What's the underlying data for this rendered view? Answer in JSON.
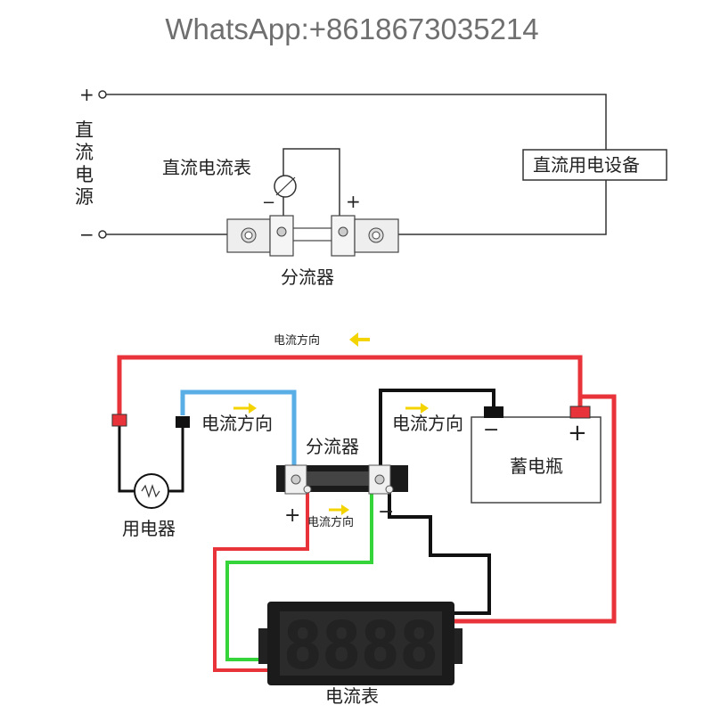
{
  "header": {
    "contact": "WhatsApp:+8618673035214"
  },
  "top_diagram": {
    "plus_sign": "+",
    "minus_sign": "−",
    "source_label": [
      "直",
      "流",
      "电",
      "源"
    ],
    "meter_label": "直流电流表",
    "meter_minus": "−",
    "meter_plus": "+",
    "shunt_label": "分流器",
    "load_label": "直流用电设备"
  },
  "bottom_diagram": {
    "top_flow_label": "电流方向",
    "left_flow_label": "电流方向",
    "right_flow_label": "电流方向",
    "shunt_flow_label": "电流方向",
    "shunt_label": "分流器",
    "appliance_label": "用电器",
    "battery_label": "蓄电瓶",
    "battery_minus": "−",
    "battery_plus": "+",
    "shunt_plus": "+",
    "shunt_minus": "−",
    "ammeter_label": "电流表",
    "display_digits": "8888"
  },
  "colors": {
    "red_wire": "#e8333a",
    "blue_wire": "#5aaee6",
    "black_wire": "#111111",
    "green_wire": "#35d43a",
    "arrow": "#f4d400",
    "display_digit": "#e8323a"
  }
}
